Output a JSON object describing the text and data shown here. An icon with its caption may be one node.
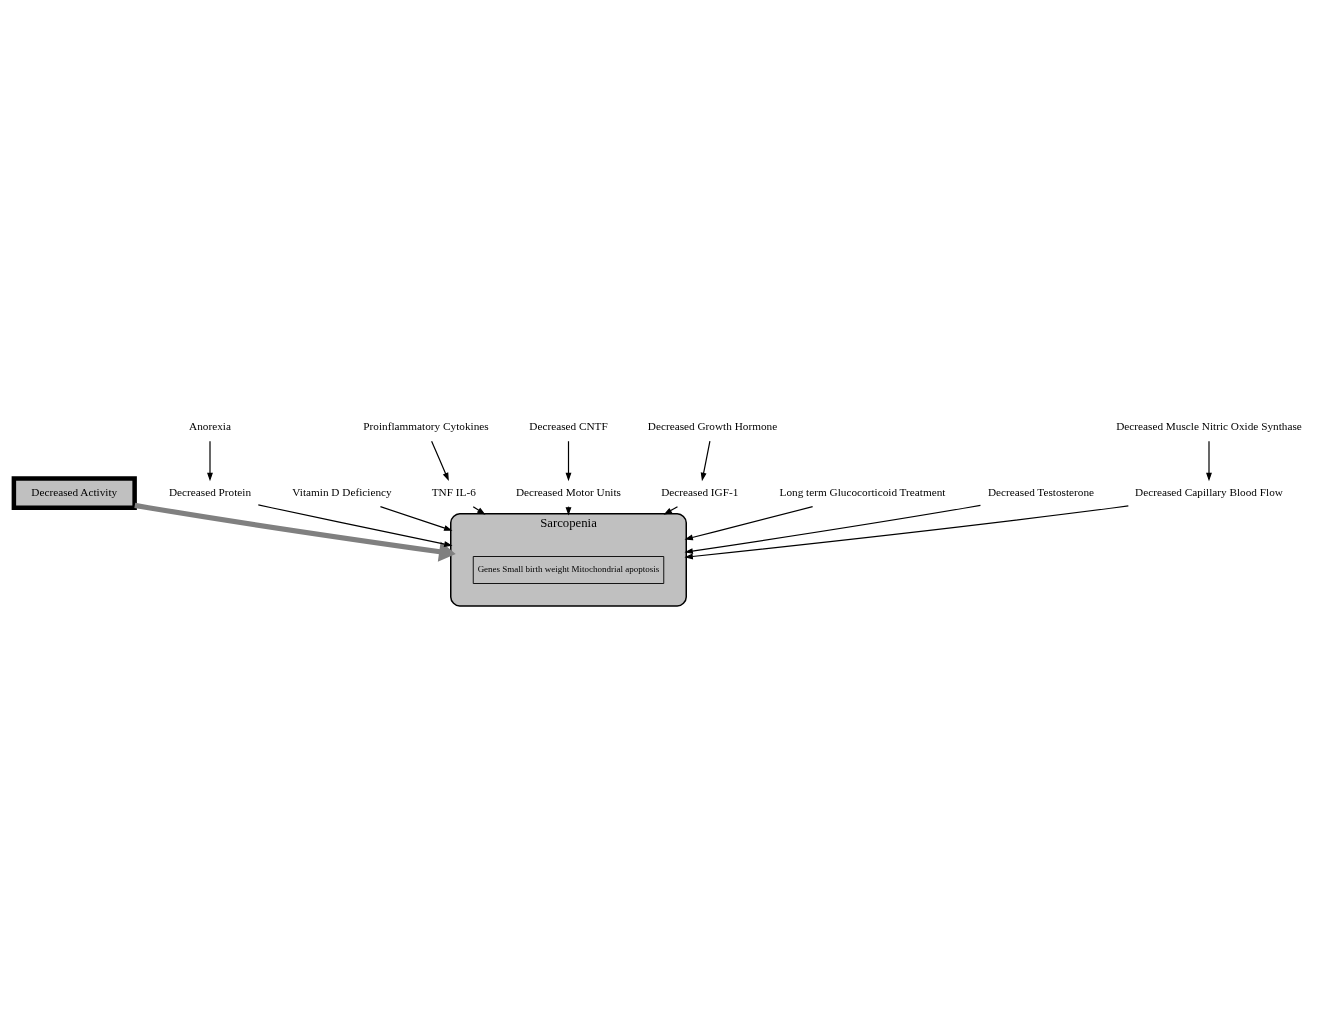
{
  "diagram": {
    "nodes": [
      {
        "text": [
          "Decreased Activity"
        ]
      },
      {
        "text": [
          "Sarcopenia"
        ]
      },
      {
        "text": [
          "Genes Small birth weight Mitochondrial apoptosis"
        ],
        "in": 1
      },
      {
        "text": [
          "Anorexia"
        ]
      },
      {
        "text": [
          "Decreased Protein"
        ]
      },
      {
        "text": [
          "Vitamin D Deficiency"
        ]
      },
      {
        "text": [
          "TNF IL-6"
        ]
      },
      {
        "text": [
          "Proinflammatory Cytokines"
        ]
      },
      {
        "text": [
          "Decreased Motor Units"
        ]
      },
      {
        "text": [
          "Decreased CNTF"
        ]
      },
      {
        "text": [
          "Decreased IGF-1"
        ]
      },
      {
        "text": [
          "Decreased Growth Hormone"
        ]
      },
      {
        "text": [
          "Long term Glucocorticoid Treatment"
        ]
      },
      {
        "text": [
          "Decreased Testosterone"
        ]
      },
      {
        "text": [
          "Decreased Capillary Blood Flow"
        ]
      },
      {
        "text": [
          "Decreased Muscle Nitric Oxide Synthase"
        ]
      }
    ],
    "edges": [
      {
        "from": 0,
        "to": 1,
        "arrow": "to",
        "style": "thick",
        "color": "#808080"
      },
      {
        "from": 3,
        "to": 4,
        "arrow": "to"
      },
      {
        "from": 4,
        "to": 1,
        "arrow": "to"
      },
      {
        "from": 5,
        "to": 1,
        "arrow": "to"
      },
      {
        "from": 7,
        "to": 6,
        "arrow": "to"
      },
      {
        "from": 6,
        "to": 1,
        "arrow": "to"
      },
      {
        "from": 9,
        "to": 8,
        "arrow": "to"
      },
      {
        "from": 8,
        "to": 1,
        "arrow": "to"
      },
      {
        "from": 11,
        "to": 10,
        "arrow": "to"
      },
      {
        "from": 10,
        "to": 1,
        "arrow": "to"
      },
      {
        "from": 12,
        "to": 1,
        "arrow": "to"
      },
      {
        "from": 13,
        "to": 1,
        "arrow": "to"
      },
      {
        "from": 15,
        "to": 14,
        "arrow": "to"
      },
      {
        "from": 14,
        "to": 1,
        "arrow": "to"
      }
    ]
  }
}
